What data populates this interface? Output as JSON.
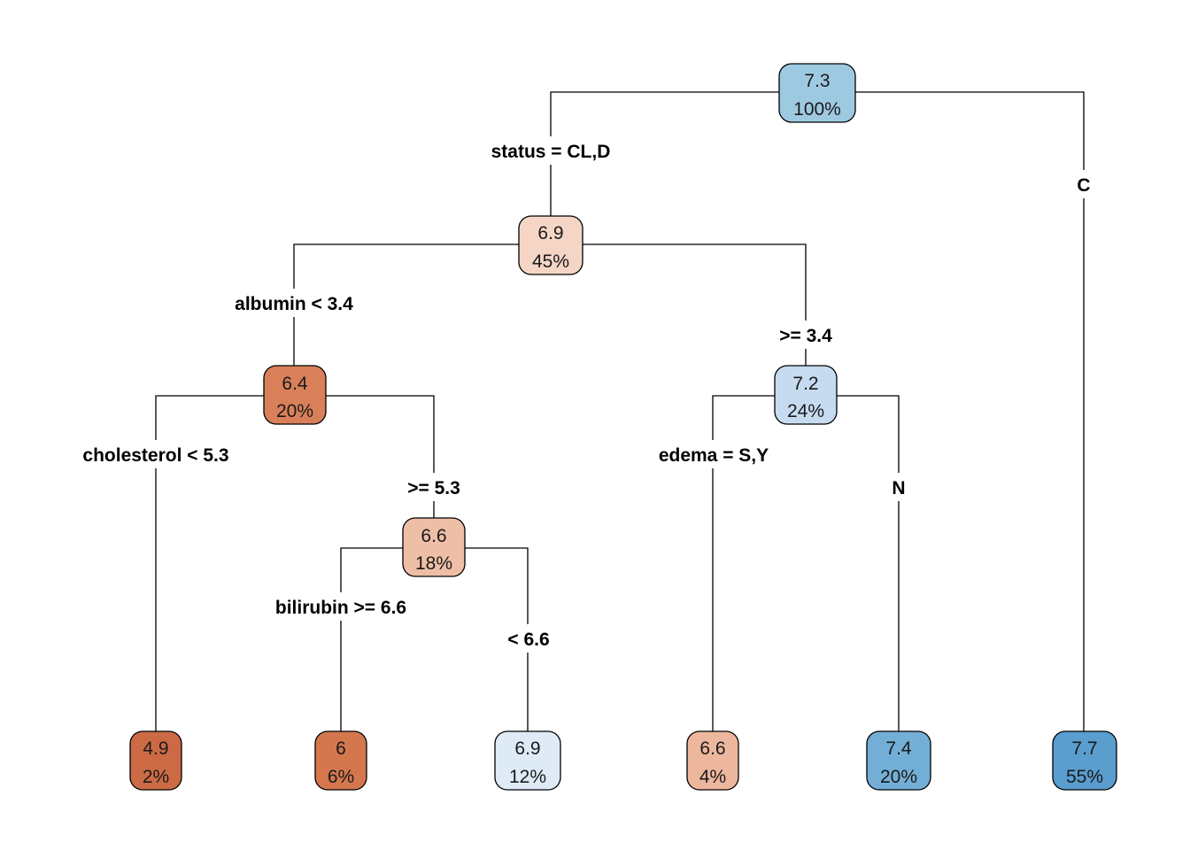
{
  "nodes": {
    "root": {
      "value": "7.3",
      "percent": "100%",
      "color": "#9ECAE1"
    },
    "n2": {
      "value": "6.9",
      "percent": "45%",
      "color": "#F5D5C6"
    },
    "n4": {
      "value": "6.4",
      "percent": "20%",
      "color": "#D9805A"
    },
    "n9": {
      "value": "6.6",
      "percent": "18%",
      "color": "#EFBEA6"
    },
    "n5": {
      "value": "7.2",
      "percent": "24%",
      "color": "#C6DBEF"
    },
    "leaf1": {
      "value": "4.9",
      "percent": "2%",
      "color": "#CC6A45"
    },
    "leaf2": {
      "value": "6",
      "percent": "6%",
      "color": "#D4774F"
    },
    "leaf3": {
      "value": "6.9",
      "percent": "12%",
      "color": "#DEEBF7"
    },
    "leaf4": {
      "value": "6.6",
      "percent": "4%",
      "color": "#EDB79E"
    },
    "leaf5": {
      "value": "7.4",
      "percent": "20%",
      "color": "#73AED6"
    },
    "leaf6": {
      "value": "7.7",
      "percent": "55%",
      "color": "#5A9DCF"
    }
  },
  "splits": {
    "root_left": "status = CL,D",
    "root_right": "C",
    "n2_left": "albumin < 3.4",
    "n2_right": ">= 3.4",
    "n4_left": "cholesterol < 5.3",
    "n4_right": ">= 5.3",
    "n9_left": "bilirubin >= 6.6",
    "n9_right": "< 6.6",
    "n5_left": "edema = S,Y",
    "n5_right": "N"
  }
}
